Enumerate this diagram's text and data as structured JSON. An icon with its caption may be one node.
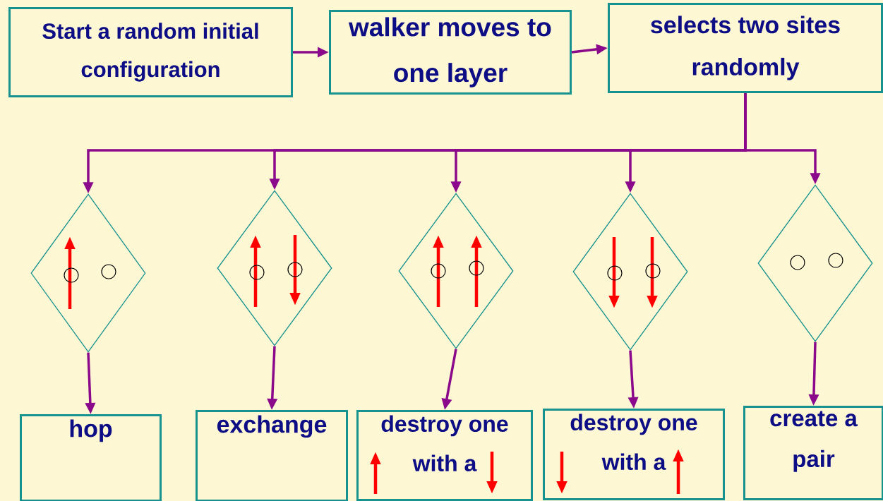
{
  "diagram": {
    "nodes": [
      {
        "text": [
          "Start a random initial configuration"
        ]
      },
      {
        "text": [
          "walker moves to one layer"
        ]
      },
      {
        "text": [
          "selects two sites randomly"
        ]
      },
      {
        "text": [],
        "shape": "diamond"
      },
      {
        "text": [],
        "shape": "diamond"
      },
      {
        "text": [],
        "shape": "diamond"
      },
      {
        "text": [],
        "shape": "diamond"
      },
      {
        "text": [],
        "shape": "diamond"
      },
      {
        "text": [
          "hop"
        ]
      },
      {
        "text": [
          "exchange"
        ]
      },
      {
        "text": [
          "destroy one with a"
        ]
      },
      {
        "text": [
          "destroy one with a"
        ]
      },
      {
        "text": [
          "create a pair"
        ]
      }
    ],
    "edges": [
      {
        "from": 0,
        "to": 1,
        "arrow": "to"
      },
      {
        "from": 1,
        "to": 2,
        "arrow": "to"
      },
      {
        "from": 2,
        "to": 3,
        "arrow": "to"
      },
      {
        "from": 2,
        "to": 4,
        "arrow": "to"
      },
      {
        "from": 2,
        "to": 5,
        "arrow": "to"
      },
      {
        "from": 2,
        "to": 6,
        "arrow": "to"
      },
      {
        "from": 2,
        "to": 7,
        "arrow": "to"
      },
      {
        "from": 3,
        "to": 8,
        "arrow": "to"
      },
      {
        "from": 4,
        "to": 9,
        "arrow": "to"
      },
      {
        "from": 5,
        "to": 10,
        "arrow": "to"
      },
      {
        "from": 6,
        "to": 11,
        "arrow": "to"
      },
      {
        "from": 7,
        "to": 12,
        "arrow": "to"
      }
    ]
  }
}
